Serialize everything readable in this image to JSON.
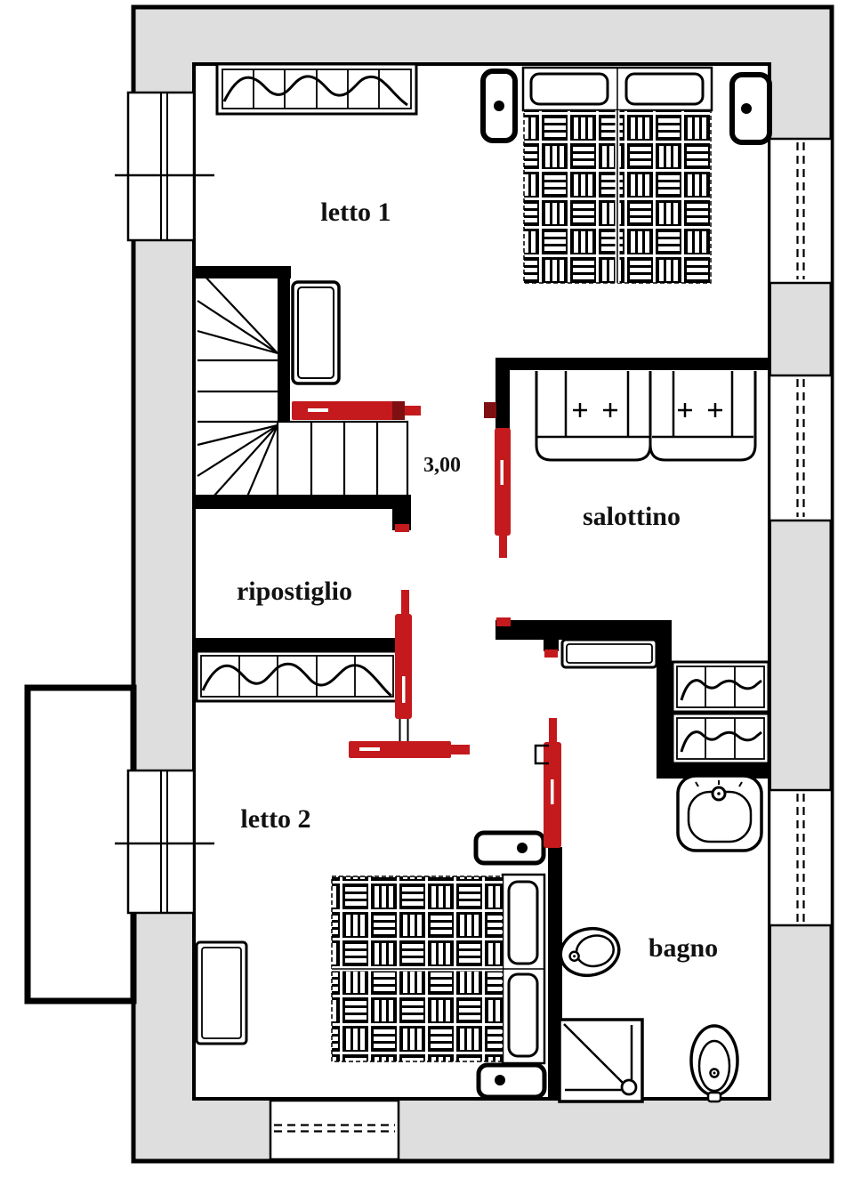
{
  "plan": {
    "rooms": {
      "letto1": {
        "label": "letto 1"
      },
      "salottino": {
        "label": "salottino"
      },
      "ripostiglio": {
        "label": "ripostiglio"
      },
      "letto2": {
        "label": "letto 2"
      },
      "bagno": {
        "label": "bagno"
      }
    },
    "dimensions": {
      "stair_width": "3,00"
    },
    "colors": {
      "wall_fill": "#dedede",
      "floor_fill": "#ffffff",
      "line": "#000000",
      "door_red": "#c41a1d",
      "door_red_dark": "#7e1012",
      "dash_white": "#ffffff"
    }
  }
}
